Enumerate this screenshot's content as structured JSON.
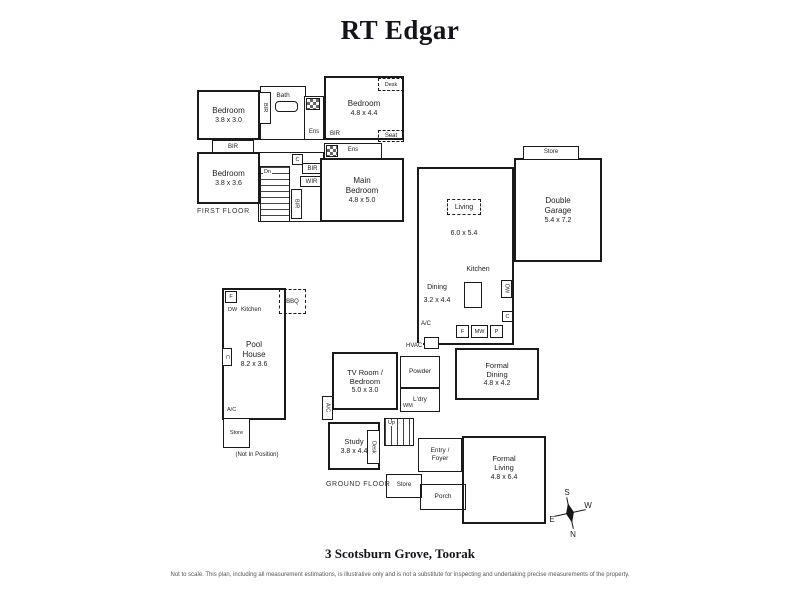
{
  "brand": "RT Edgar",
  "address": "3 Scotsburn Grove, Toorak",
  "disclaimer": "Not to scale. This plan, including all measurement estimations, is illustrative only and is not a substitute for inspecting and undertaking precise measurements of the property.",
  "compass": {
    "n": "N",
    "s": "S",
    "e": "E",
    "w": "W"
  },
  "first_floor": {
    "label": "FIRST FLOOR",
    "bedroom_nw": {
      "name": "Bedroom",
      "dims": "3.8 x 3.0"
    },
    "bath": "Bath",
    "ens_top": "Ens",
    "bedroom_ne": {
      "name": "Bedroom",
      "dims": "4.8 x 4.4"
    },
    "desk": "Desk",
    "seat": "Seat",
    "ens_mid": "Ens",
    "bedroom_w": {
      "name": "Bedroom",
      "dims": "3.8 x 3.6"
    },
    "main_bedroom": {
      "name": "Main Bedroom",
      "dims": "4.8 x 5.0"
    },
    "bir": [
      "BIR",
      "BIR",
      "BIR",
      "BIR",
      "BIR"
    ],
    "wir": "WIR",
    "closet": "C",
    "dn": "Dn"
  },
  "ground_floor": {
    "label": "GROUND FLOOR",
    "living": {
      "name": "Living",
      "dims": "6.0 x 5.4"
    },
    "double_garage": {
      "name": "Double Garage",
      "dims": "5.4 x 7.2"
    },
    "garage_store": "Store",
    "kitchen": "Kitchen",
    "dw": "DW",
    "dining": {
      "name": "Dining",
      "dims": "3.2 x 4.4"
    },
    "fridge": "F",
    "microwave": "MW",
    "pantry": "P",
    "closet": "C",
    "ac_dining": "A/C",
    "hvac": "HVAC",
    "formal_dining": {
      "name": "Formal Dining",
      "dims": "4.8 x 4.2"
    },
    "tv_room": {
      "name": "TV Room / Bedroom",
      "dims": "5.0 x 3.0"
    },
    "powder": "Powder",
    "laundry": "L'dry",
    "wm": "WM",
    "ac_tv": "A/C",
    "study": {
      "name": "Study",
      "dims": "3.8 x 4.4"
    },
    "desk": "Desk",
    "up": "Up",
    "entry": "Entry / Foyer",
    "store": "Store",
    "porch": "Porch",
    "formal_living": {
      "name": "Formal Living",
      "dims": "4.8 x 6.4"
    }
  },
  "pool_house": {
    "name": "Pool House",
    "dims": "8.2 x 3.6",
    "kitchen": "Kitchen",
    "dw": "DW",
    "fridge": "F",
    "bbq": "BBQ",
    "closet": "C",
    "ac": "A/C",
    "store": "Store",
    "note": "(Not In Position)"
  }
}
